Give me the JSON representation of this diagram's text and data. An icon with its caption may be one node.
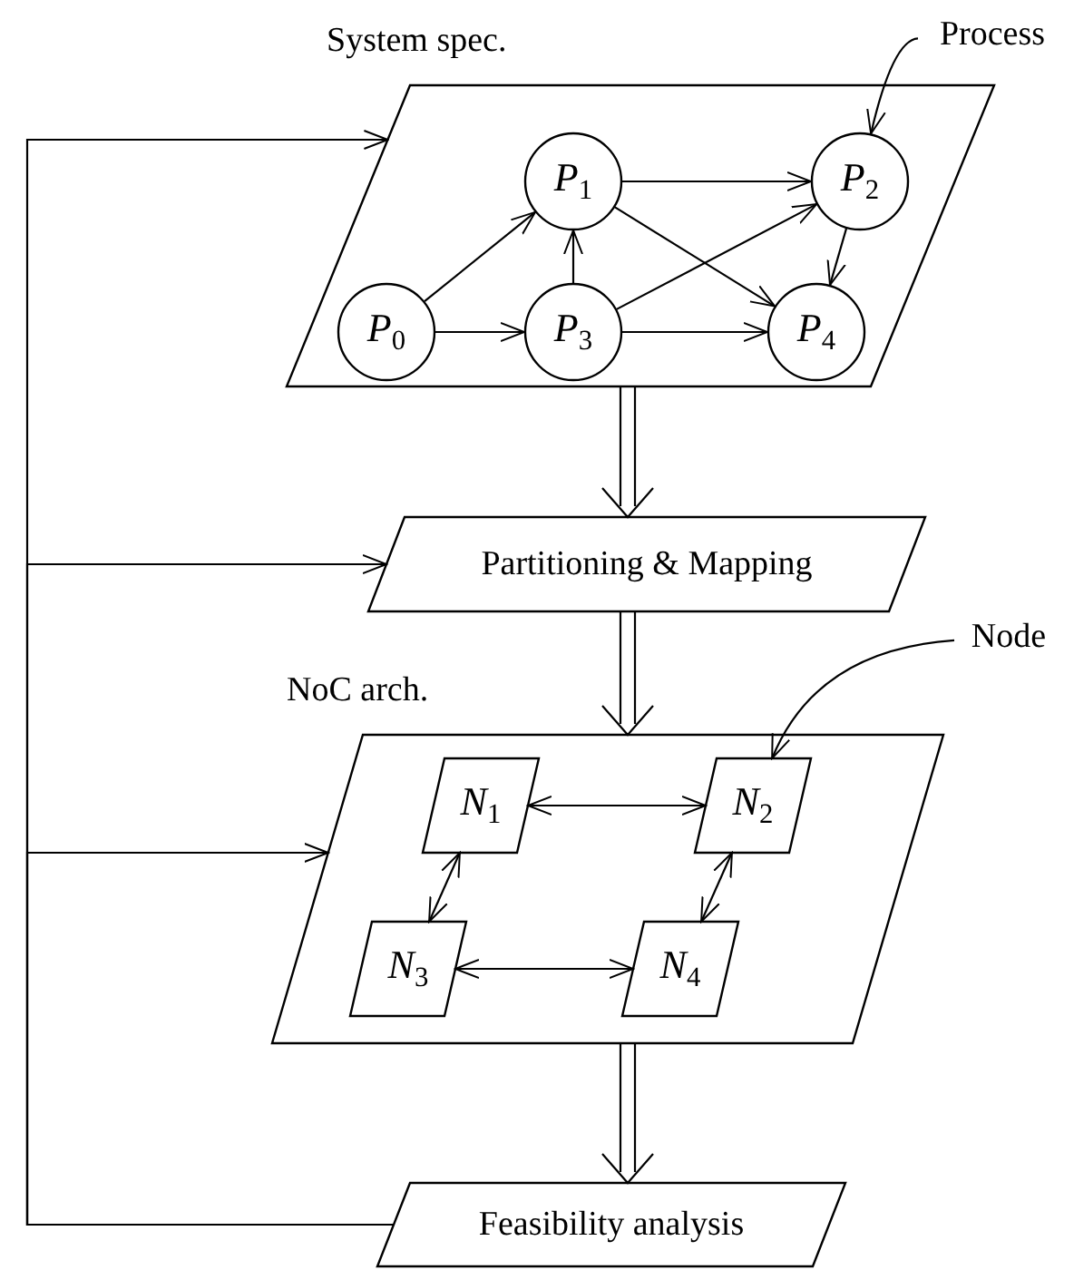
{
  "diagram": {
    "nodes": [
      {
        "text": [
          "System spec."
        ]
      },
      {
        "text": [
          "*P*$_{1}$"
        ],
        "in": 0
      },
      {
        "text": [
          "*P*$_{2}$"
        ],
        "in": 0
      },
      {
        "text": [
          "*P*$_{0}$"
        ],
        "in": 0
      },
      {
        "text": [
          "*P*$_{3}$"
        ],
        "in": 0
      },
      {
        "text": [
          "*P*$_{4}$"
        ],
        "in": 0
      },
      {
        "text": [
          "Process"
        ]
      },
      {
        "text": [
          "Partitioning & Mapping"
        ]
      },
      {
        "text": [
          "NoC arch."
        ]
      },
      {
        "text": [
          "*N*$_{1}$"
        ],
        "in": 8
      },
      {
        "text": [
          "*N*$_{2}$"
        ],
        "in": 8
      },
      {
        "text": [
          "*N*$_{3}$"
        ],
        "in": 8
      },
      {
        "text": [
          "*N*$_{4}$"
        ],
        "in": 8
      },
      {
        "text": [
          "Node"
        ]
      },
      {
        "text": [
          "Feasibility analysis"
        ]
      }
    ],
    "edges": [
      {
        "from": 3,
        "to": 1,
        "arrow": "to"
      },
      {
        "from": 3,
        "to": 4,
        "arrow": "to"
      },
      {
        "from": 4,
        "to": 1,
        "arrow": "to"
      },
      {
        "from": 1,
        "to": 2,
        "arrow": "to"
      },
      {
        "from": 1,
        "to": 5,
        "arrow": "to"
      },
      {
        "from": 4,
        "to": 2,
        "arrow": "to"
      },
      {
        "from": 4,
        "to": 5,
        "arrow": "to"
      },
      {
        "from": 2,
        "to": 5,
        "arrow": "to"
      },
      {
        "from": 6,
        "to": 2,
        "arrow": "to"
      },
      {
        "from": 0,
        "to": 7,
        "arrow": "to"
      },
      {
        "from": 7,
        "to": 8,
        "arrow": "to"
      },
      {
        "from": 8,
        "to": 14,
        "arrow": "to"
      },
      {
        "from": 14,
        "to": 0,
        "arrow": "to"
      },
      {
        "from": 14,
        "to": 7,
        "arrow": "to"
      },
      {
        "from": 14,
        "to": 8,
        "arrow": "to"
      },
      {
        "from": 9,
        "to": 10,
        "arrow": "both"
      },
      {
        "from": 9,
        "to": 11,
        "arrow": "both"
      },
      {
        "from": 10,
        "to": 12,
        "arrow": "both"
      },
      {
        "from": 11,
        "to": 12,
        "arrow": "both"
      },
      {
        "from": 13,
        "to": 10,
        "arrow": "to"
      }
    ]
  }
}
